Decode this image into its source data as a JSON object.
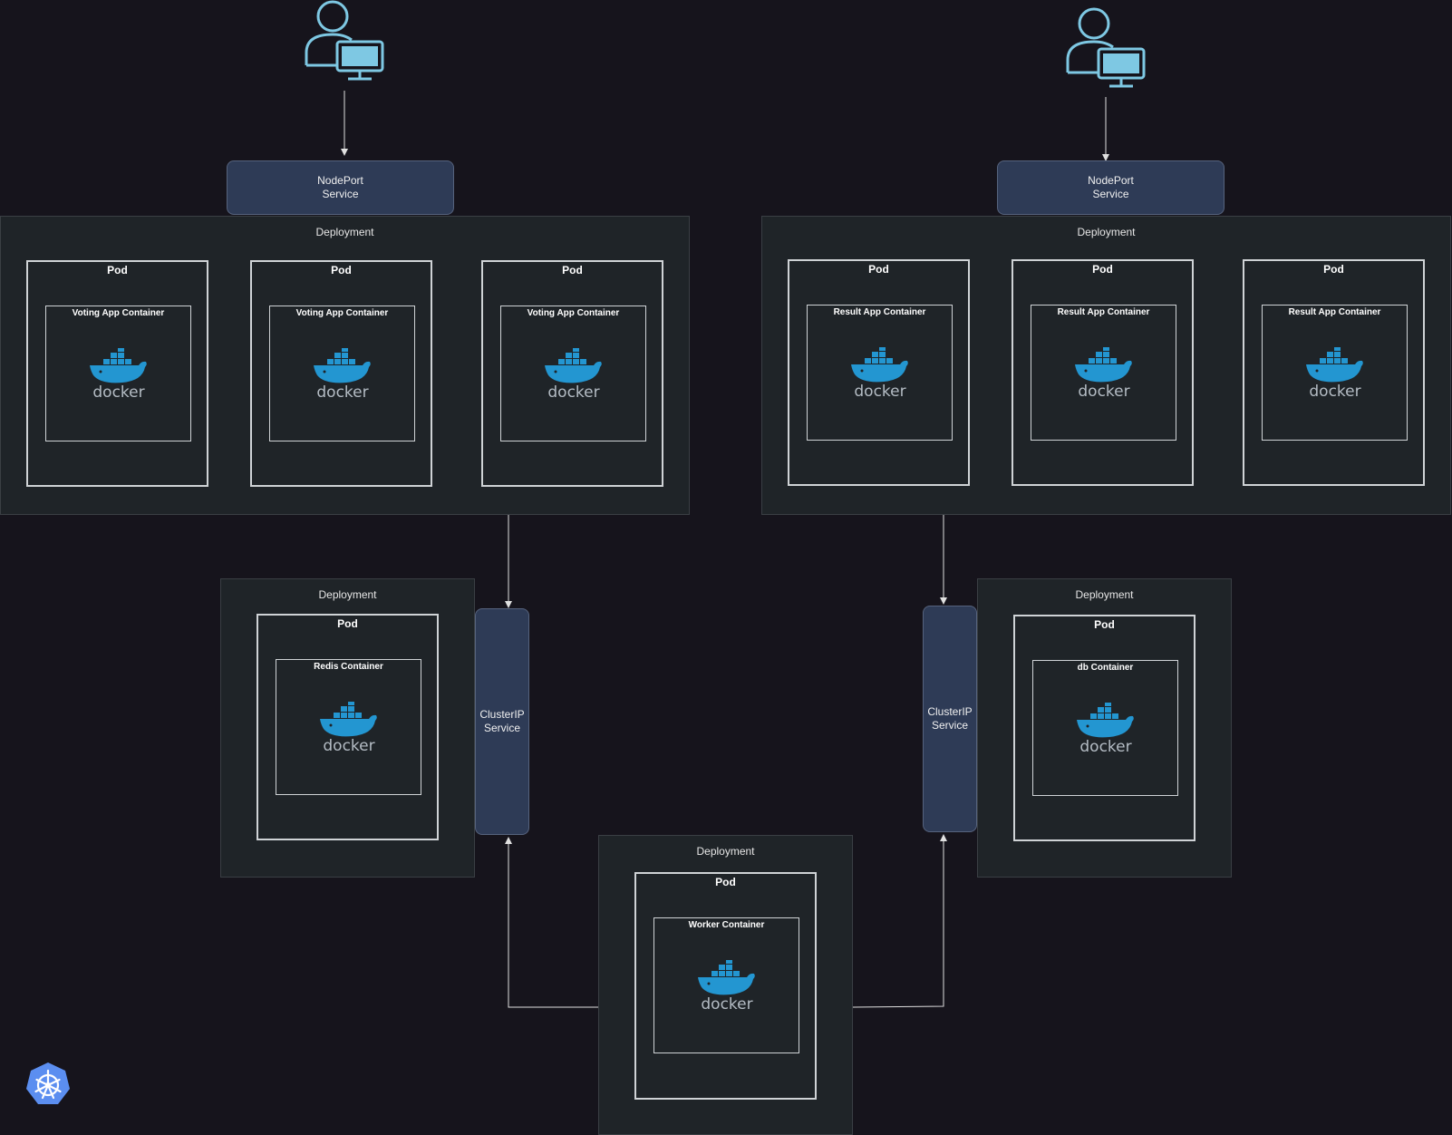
{
  "colors": {
    "background": "#16141c",
    "deployment_fill": "#1f2428",
    "service_fill": "#2e3b56",
    "user_icon": "#7ec8e3",
    "docker_blue": "#2396d1",
    "kubernetes_blue": "#5b8ef0"
  },
  "labels": {
    "deployment": "Deployment",
    "pod": "Pod",
    "nodeport_service": "NodePort\nService",
    "clusterip_service": "ClusterIP\nService",
    "docker_wordmark": "docker"
  },
  "containers": {
    "voting": "Voting App Container",
    "result": "Result App Container",
    "redis": "Redis Container",
    "db": "db Container",
    "worker": "Worker Container"
  },
  "icons": {
    "user": "user-computer-icon",
    "docker": "docker-whale-icon",
    "kubernetes": "kubernetes-helm-icon"
  }
}
